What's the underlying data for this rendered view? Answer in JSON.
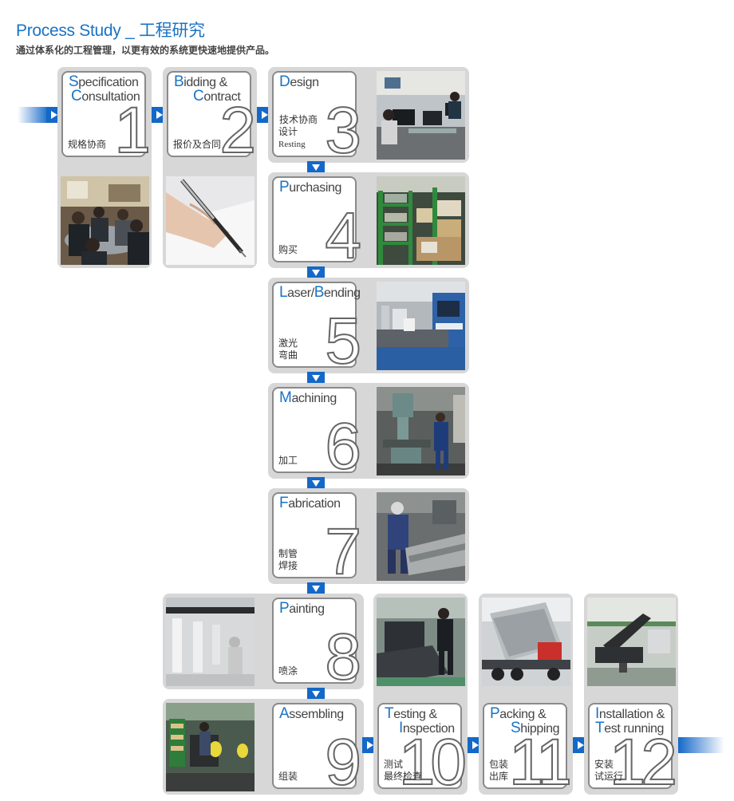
{
  "header": {
    "title": "Process Study _ 工程研究",
    "subtitle": "通过体系化的工程管理，以更有效的系统更快速地提供产品。"
  },
  "steps": [
    {
      "number": "1",
      "title_first": "S",
      "title_rest": "pecification",
      "title2_first": "C",
      "title2_rest": "onsultation",
      "cn": "规格协商",
      "cn2": "",
      "cn3": ""
    },
    {
      "number": "2",
      "title_first": "B",
      "title_rest": "idding &",
      "title2_first": "C",
      "title2_rest": "ontract",
      "cn": "报价及合同",
      "cn2": "",
      "cn3": ""
    },
    {
      "number": "3",
      "title_first": "D",
      "title_rest": "esign",
      "title2_first": "",
      "title2_rest": "",
      "cn": "技术协商",
      "cn2": "设计",
      "cn3": "Resting"
    },
    {
      "number": "4",
      "title_first": "P",
      "title_rest": "urchasing",
      "title2_first": "",
      "title2_rest": "",
      "cn": "购买",
      "cn2": "",
      "cn3": ""
    },
    {
      "number": "5",
      "title_first": "L",
      "title_rest": "aser/",
      "title_mid_first": "B",
      "title_mid_rest": "ending",
      "cn": "激光",
      "cn2": "弯曲",
      "cn3": ""
    },
    {
      "number": "6",
      "title_first": "M",
      "title_rest": "achining",
      "title2_first": "",
      "title2_rest": "",
      "cn": "加工",
      "cn2": "",
      "cn3": ""
    },
    {
      "number": "7",
      "title_first": "F",
      "title_rest": "abrication",
      "title2_first": "",
      "title2_rest": "",
      "cn": "制管",
      "cn2": "焊接",
      "cn3": ""
    },
    {
      "number": "8",
      "title_first": "P",
      "title_rest": "ainting",
      "title2_first": "",
      "title2_rest": "",
      "cn": "喷涂",
      "cn2": "",
      "cn3": ""
    },
    {
      "number": "9",
      "title_first": "A",
      "title_rest": "ssembling",
      "title2_first": "",
      "title2_rest": "",
      "cn": "组装",
      "cn2": "",
      "cn3": ""
    },
    {
      "number": "10",
      "title_first": "T",
      "title_rest": "esting &",
      "title2_first": "I",
      "title2_rest": "nspection",
      "cn": "测试",
      "cn2": "最终检查",
      "cn3": ""
    },
    {
      "number": "11",
      "title_first": "P",
      "title_rest": "acking &",
      "title2_first": "S",
      "title2_rest": "hipping",
      "cn": "包装",
      "cn2": "出库",
      "cn3": ""
    },
    {
      "number": "12",
      "title_first": "I",
      "title_rest": "nstallation &",
      "title2_first": "T",
      "title2_rest": "est running",
      "cn": "安装",
      "cn2": "试运行",
      "cn3": ""
    }
  ],
  "colors": {
    "accent": "#1a73c4",
    "arrow": "#1468c8",
    "panel": "#d7d7d7",
    "border": "#8a8a8a"
  },
  "photos": [
    {
      "name": "office-meeting-photo"
    },
    {
      "name": "pen-signing-photo"
    },
    {
      "name": "design-office-photo"
    },
    {
      "name": "warehouse-shelves-photo"
    },
    {
      "name": "laser-cutting-machine-photo"
    },
    {
      "name": "milling-machine-photo"
    },
    {
      "name": "welding-worker-photo"
    },
    {
      "name": "painting-booth-photo"
    },
    {
      "name": "assembly-workshop-photo"
    },
    {
      "name": "testing-inspection-photo"
    },
    {
      "name": "shipping-truck-photo"
    },
    {
      "name": "installed-conveyor-photo"
    }
  ]
}
